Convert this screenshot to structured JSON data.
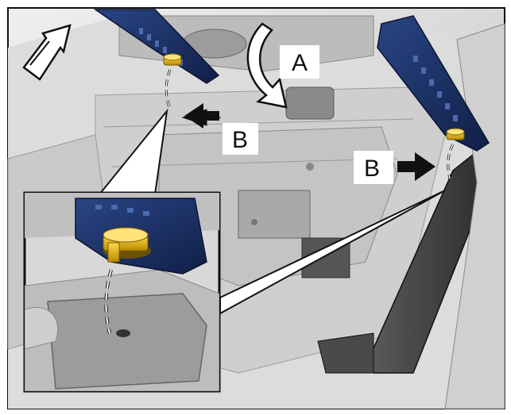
{
  "figure": {
    "labels": {
      "a": "A",
      "b_left": "B",
      "b_right": "B"
    },
    "colors": {
      "seat_rail": "#1b2f63",
      "bolt": "#d9a400",
      "floor": "#d6d6d6",
      "frame_dark": "#3a3a3a",
      "outline": "#111111"
    },
    "icons": [
      "front-direction-arrow-icon",
      "rotation-arrow-icon",
      "push-arrow-icon"
    ]
  }
}
